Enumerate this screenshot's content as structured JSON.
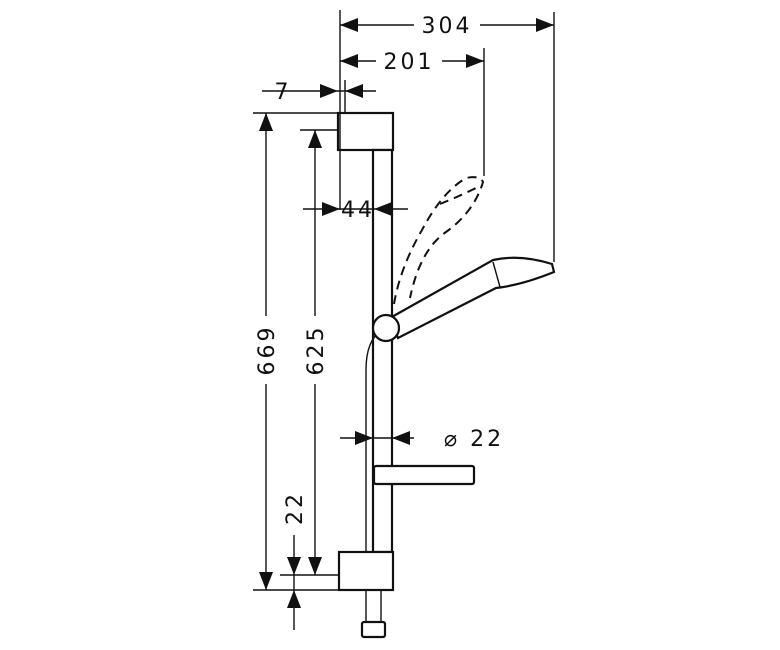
{
  "drawing": {
    "dimensions": {
      "total_width": "304",
      "showerhead_offset": "201",
      "bracket_offset": "7",
      "total_height": "669",
      "bracket_spacing": "625",
      "rail_gap": "44",
      "rail_diameter": "⌀ 22",
      "bottom_offset": "22"
    }
  }
}
